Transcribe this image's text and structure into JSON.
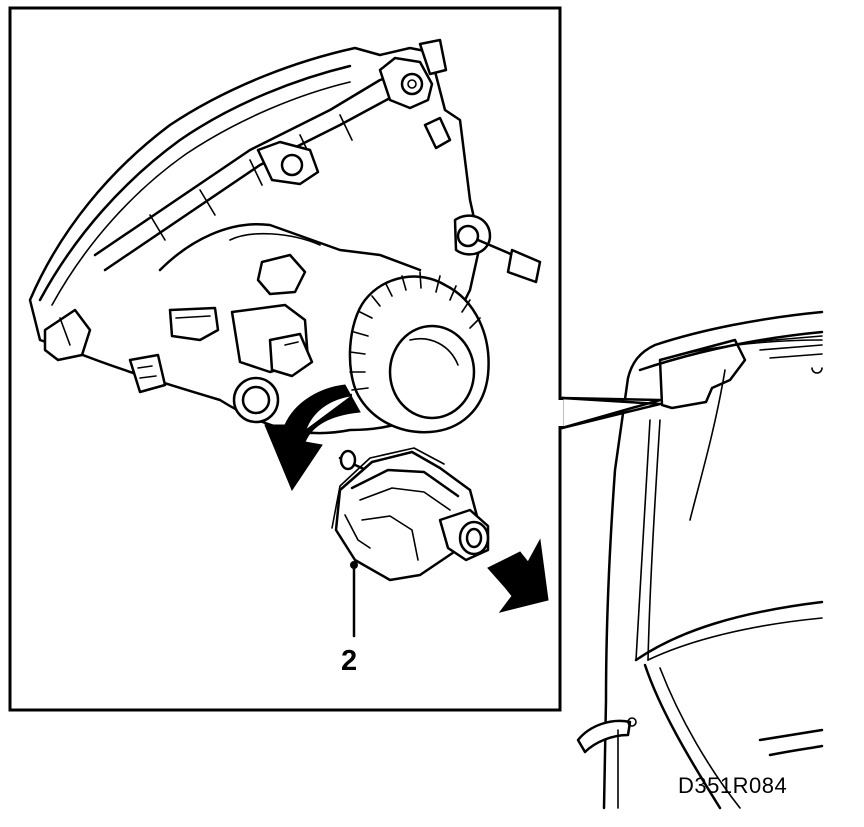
{
  "diagram": {
    "callouts": [
      {
        "id": "callout-2",
        "text": "2"
      }
    ],
    "reference_code": "D351R084",
    "parts": [
      {
        "name": "headlamp-unit"
      },
      {
        "name": "beam-height-actuator",
        "callout": "2"
      },
      {
        "name": "vehicle-front-view"
      }
    ],
    "colors": {
      "ink": "#000000",
      "paper": "#ffffff"
    }
  }
}
